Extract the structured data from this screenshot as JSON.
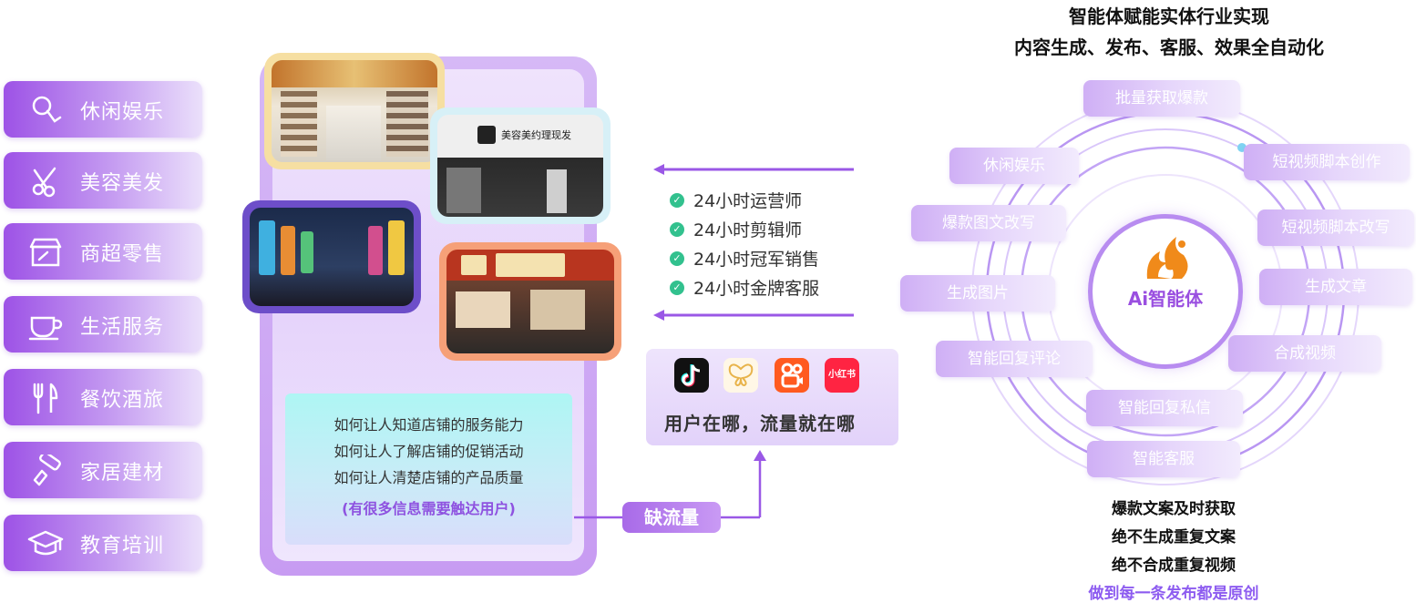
{
  "categories": [
    {
      "label": "休闲娱乐",
      "icon": "leisure-icon"
    },
    {
      "label": "美容美发",
      "icon": "scissors-icon"
    },
    {
      "label": "商超零售",
      "icon": "store-icon"
    },
    {
      "label": "生活服务",
      "icon": "cup-icon"
    },
    {
      "label": "餐饮酒旅",
      "icon": "fork-knife-icon"
    },
    {
      "label": "家居建材",
      "icon": "paint-roller-icon"
    },
    {
      "label": "教育培训",
      "icon": "graduation-cap-icon"
    }
  ],
  "photos": {
    "salon_sign": "美容美约理现发"
  },
  "info": {
    "lines": [
      "如何让人知道店铺的服务能力",
      "如何让人了解店铺的促销活动",
      "如何让人清楚店铺的产品质量"
    ],
    "highlight": "(有很多信息需要触达用户)"
  },
  "lack_label": "缺流量",
  "checks": [
    "24小时运营师",
    "24小时剪辑师",
    "24小时冠军销售",
    "24小时金牌客服"
  ],
  "platforms": {
    "icons": [
      "tiktok-icon",
      "butterfly-icon",
      "kuaishou-icon",
      "xiaohongshu-icon"
    ],
    "xhs_text": "小红书",
    "caption": "用户在哪，流量就在哪"
  },
  "right": {
    "title1": "智能体赋能实体行业实现",
    "title2": "内容生成、发布、客服、效果全自动化",
    "center": "Ai智能体",
    "pills": [
      "批量获取爆款",
      "休闲娱乐",
      "短视频脚本创作",
      "爆款图文改写",
      "短视频脚本改写",
      "生成图片",
      "生成文章",
      "智能回复评论",
      "合成视频",
      "智能回复私信",
      "智能客服"
    ],
    "bottom": [
      "爆款文案及时获取",
      "绝不生成重复文案",
      "绝不合成重复视频"
    ],
    "bottom_highlight": "做到每一条发布都是原创"
  },
  "colors": {
    "accent": "#9a4fe0",
    "check": "#32c18e",
    "highlight": "#8e52e0"
  }
}
